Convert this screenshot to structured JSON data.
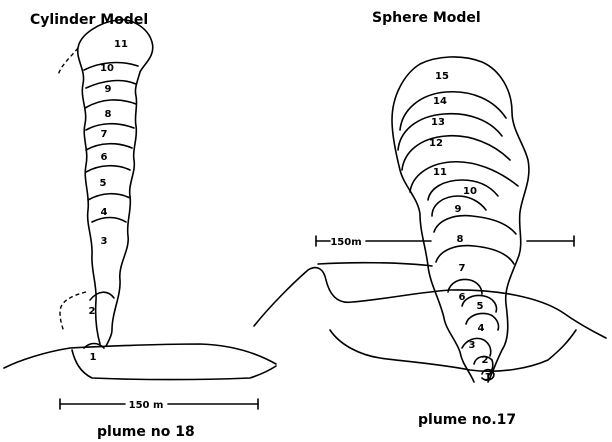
{
  "left": {
    "title": "Cylinder Model",
    "caption": "plume no 18",
    "scale_label": "150 m",
    "contours": [
      "1",
      "2",
      "3",
      "4",
      "5",
      "6",
      "7",
      "8",
      "9",
      "10",
      "11"
    ]
  },
  "right": {
    "title": "Sphere Model",
    "caption": "plume no.17",
    "scale_label": "150m",
    "contours": [
      "1",
      "2",
      "3",
      "4",
      "5",
      "6",
      "7",
      "8",
      "9",
      "10",
      "11",
      "12",
      "13",
      "14",
      "15"
    ]
  }
}
